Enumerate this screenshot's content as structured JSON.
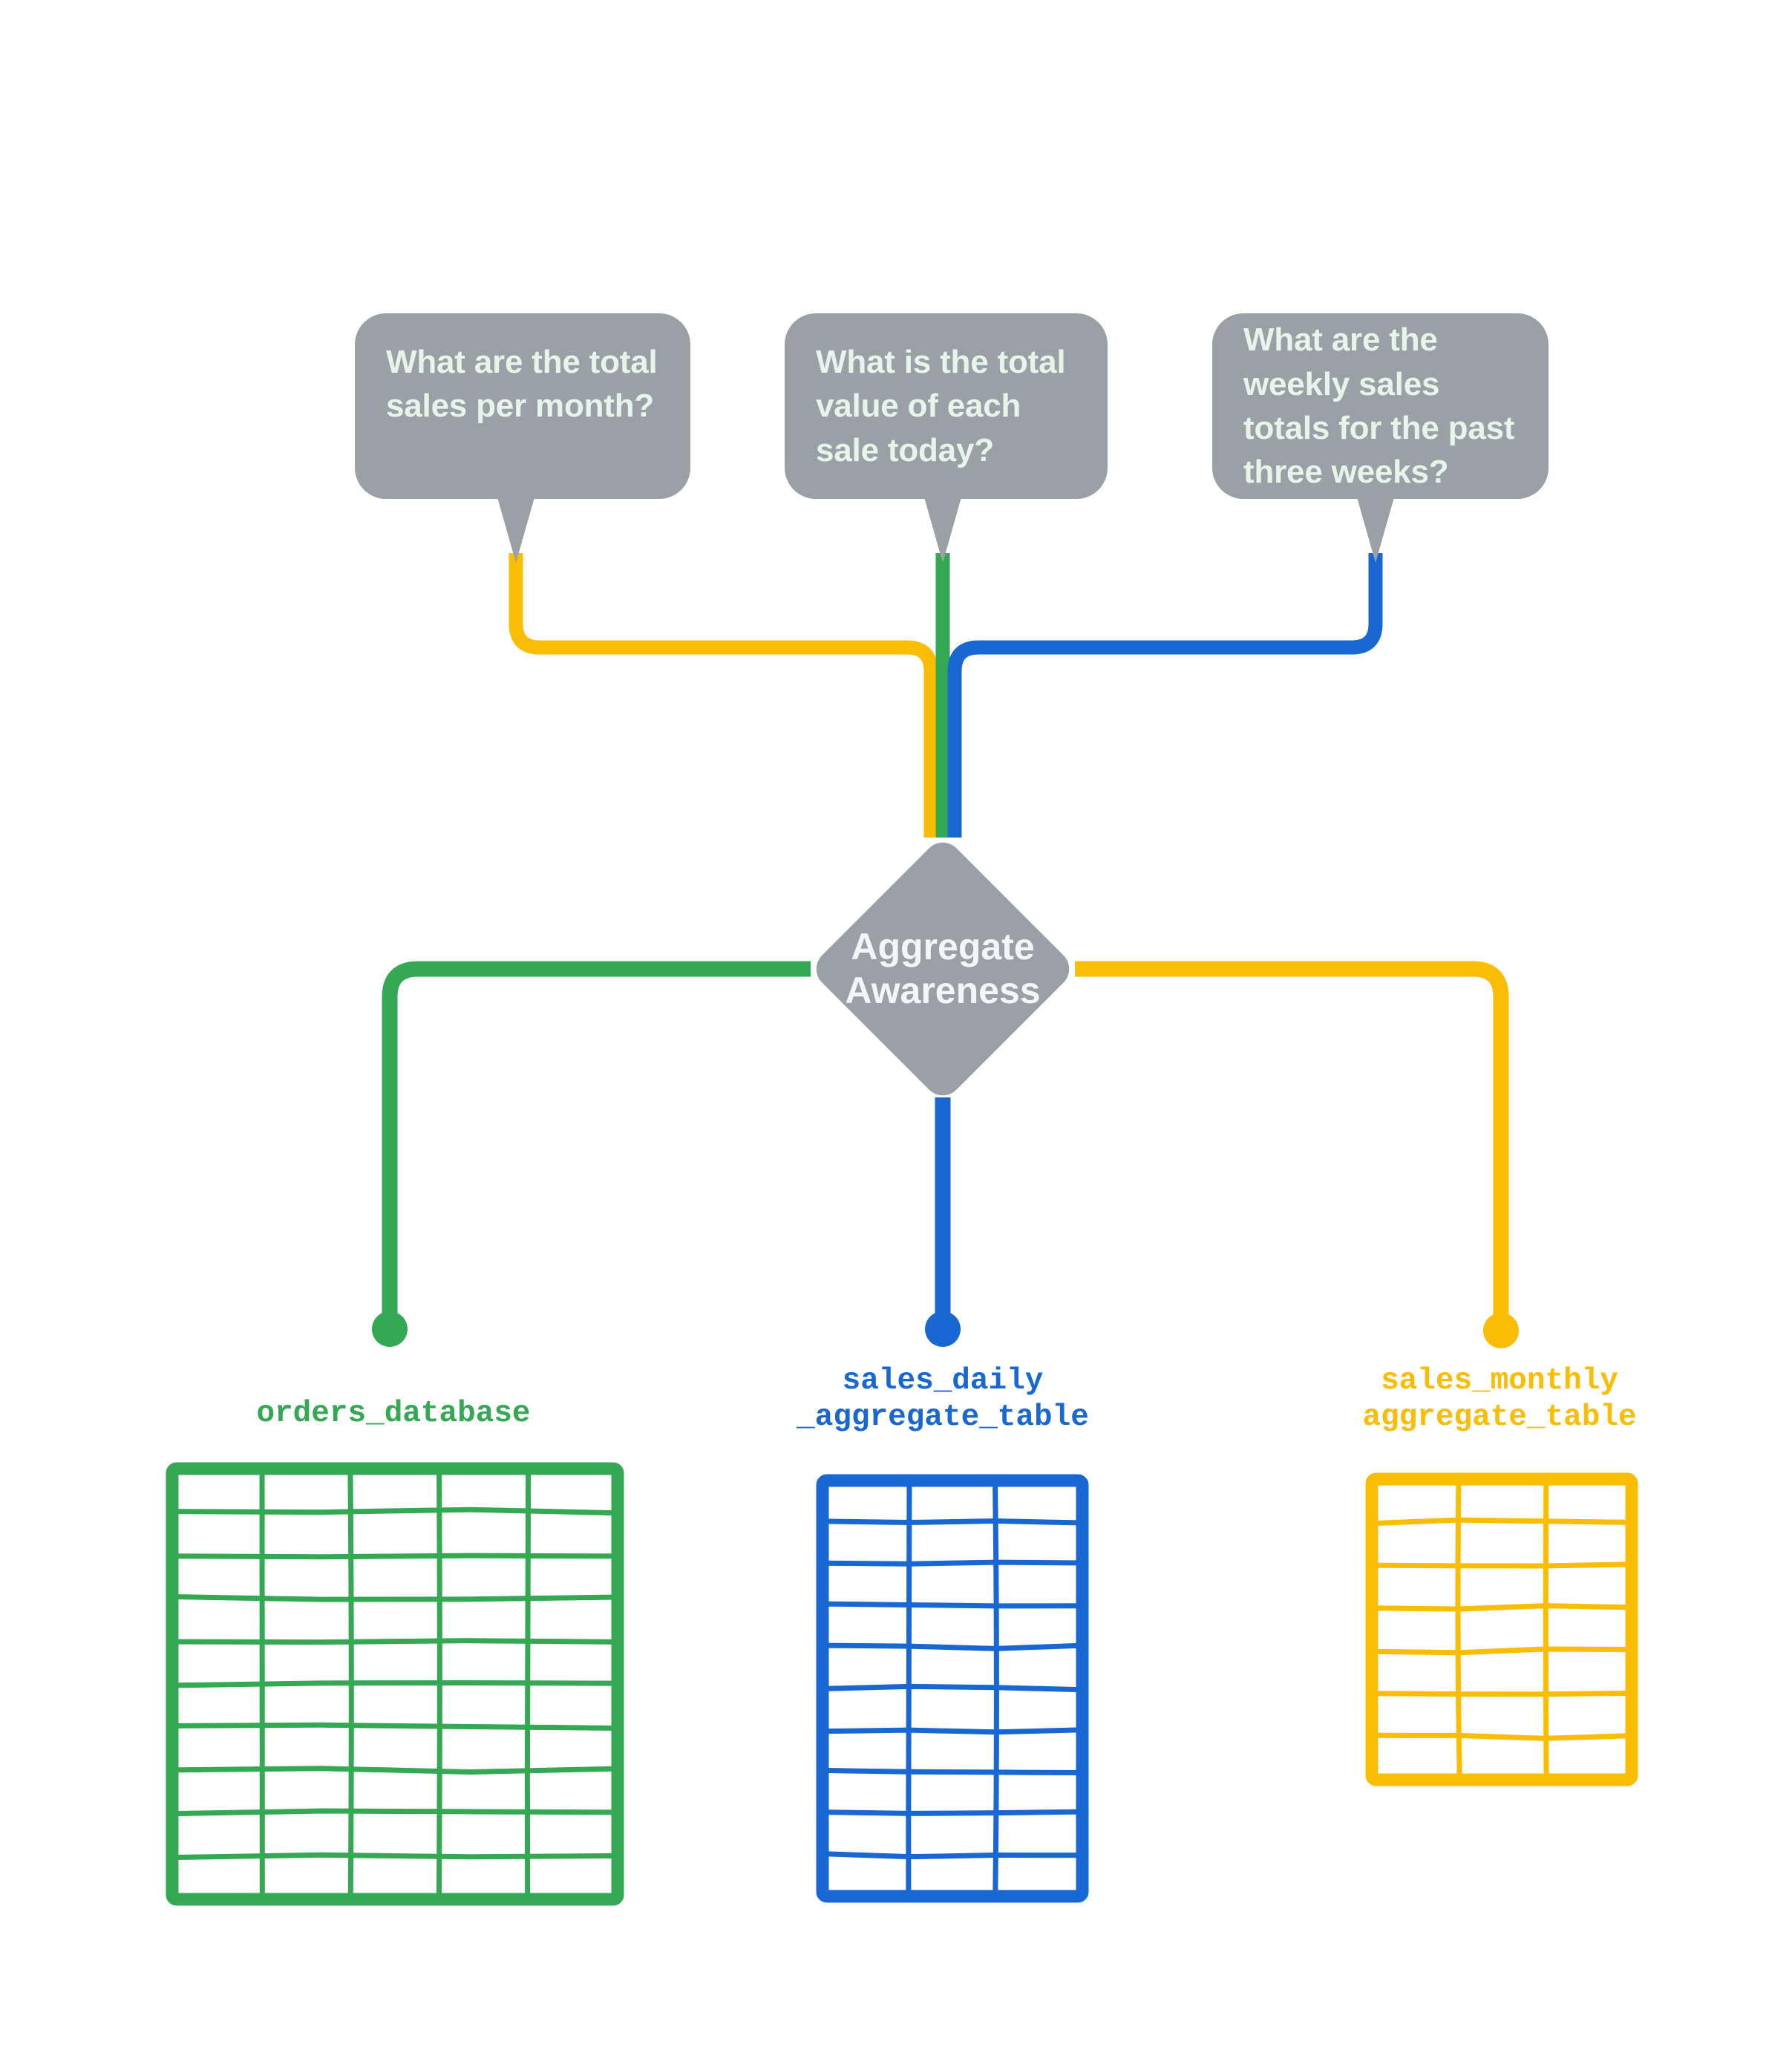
{
  "diagram": {
    "title": "Aggregate Awareness",
    "colors": {
      "gray": "#9AA0A6",
      "green": "#34A853",
      "blue": "#1967D2",
      "yellow": "#FBBC04",
      "bubble_text": "#E6F4EA",
      "diamond_text": "#F1F6F9",
      "background": "#FFFFFF"
    },
    "questions": [
      {
        "id": "question-monthly",
        "text": "What are the total sales per month?",
        "connector_color": "#FBBC04",
        "routes_to": "sales_monthly\naggregate_table"
      },
      {
        "id": "question-daily",
        "text": "What is the total value of each sale today?",
        "connector_color": "#34A853",
        "routes_to": "orders_database"
      },
      {
        "id": "question-weekly",
        "text": "What are the weekly sales totals for the past three weeks?",
        "connector_color": "#1967D2",
        "routes_to": "sales_daily\n_aggregate_table"
      }
    ],
    "center_node": {
      "label": "Aggregate\nAwareness",
      "shape": "diamond",
      "color": "#9AA0A6"
    },
    "data_sources": [
      {
        "id": "source-orders",
        "name": "orders_database",
        "color": "#34A853",
        "columns": 5,
        "rows": 10
      },
      {
        "id": "source-sales-daily",
        "name": "sales_daily\n_aggregate_table",
        "color": "#1967D2",
        "columns": 3,
        "rows": 10
      },
      {
        "id": "source-sales-monthly",
        "name": "sales_monthly\naggregate_table",
        "color": "#FBBC04",
        "columns": 3,
        "rows": 7
      }
    ]
  }
}
